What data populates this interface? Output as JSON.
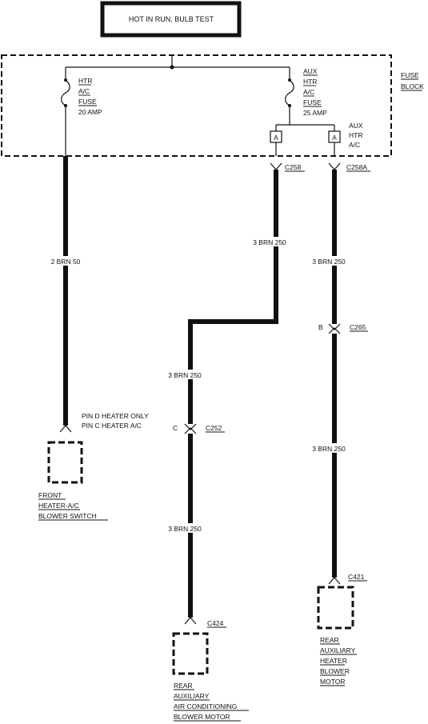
{
  "header": {
    "title": "HOT IN RUN, BULB TEST"
  },
  "fuse_block": {
    "label": [
      "FUSE",
      "BLOCK"
    ],
    "fuse_left": [
      "HTR",
      "A/C",
      "FUSE",
      "20 AMP"
    ],
    "fuse_right": [
      "AUX",
      "HTR",
      "A/C",
      "FUSE",
      "25 AMP"
    ],
    "aux_label": [
      "AUX",
      "HTR",
      "A/C"
    ],
    "terminal_left": "A",
    "terminal_right": "A"
  },
  "connectors": {
    "c258": "C258",
    "c258a": "C258A",
    "c265_pin": "B",
    "c265": "C265",
    "c252_pin": "C",
    "c252": "C252",
    "c424": "C424",
    "c421": "C421"
  },
  "wires": {
    "left": "2 BRN 50",
    "mid_top": "3 BRN 250",
    "mid_lower": "3 BRN 250",
    "mid_bottom": "3 BRN 250",
    "right_top": "3 BRN 250",
    "right_bottom": "3 BRN 250"
  },
  "pin_note": [
    "PIN D HEATER ONLY",
    "PIN C HEATER A/C"
  ],
  "components": {
    "front_switch": [
      "FRONT",
      "HEATER-A/C",
      "BLOWER SWITCH"
    ],
    "rear_ac_motor": [
      "REAR",
      "AUXILIARY",
      "AIR CONDITIONING",
      "BLOWER MOTOR"
    ],
    "rear_heater_motor": [
      "REAR",
      "AUXILIARY",
      "HEATER",
      "BLOWER",
      "MOTOR"
    ]
  }
}
